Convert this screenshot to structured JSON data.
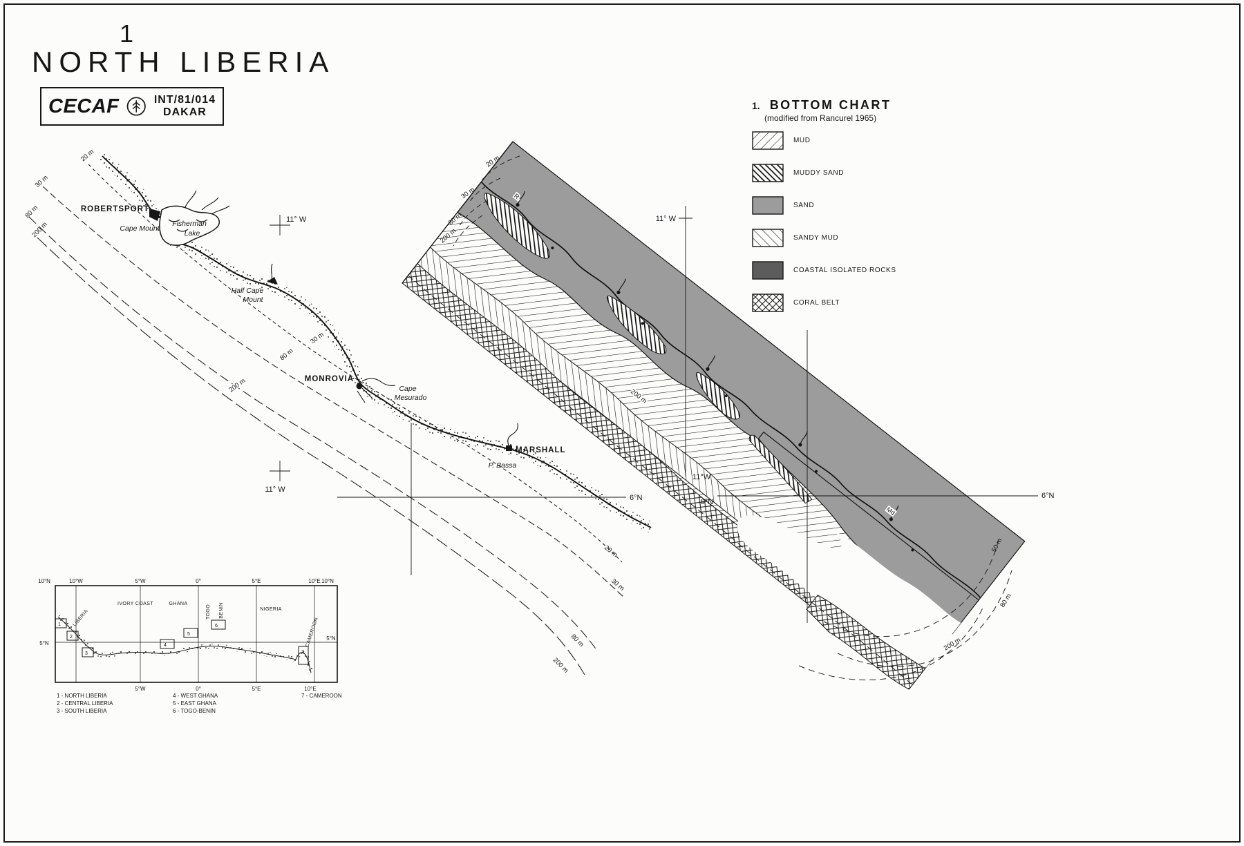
{
  "header": {
    "sheet_number": "1",
    "title": "NORTH LIBERIA",
    "org": "CECAF",
    "code": "INT/81/014",
    "city": "DAKAR"
  },
  "legend": {
    "index": "1.",
    "title": "BOTTOM CHART",
    "subtitle": "(modified from Rancurel 1965)",
    "items": [
      {
        "label": "MUD"
      },
      {
        "label": "MUDDY SAND"
      },
      {
        "label": "SAND"
      },
      {
        "label": "SANDY MUD"
      },
      {
        "label": "COASTAL ISOLATED ROCKS"
      },
      {
        "label": "CORAL BELT"
      }
    ]
  },
  "left_map": {
    "robertsport": "ROBERTSPORT",
    "cape_mount": "Cape Mount",
    "fisherman_lake": [
      "Fisherman",
      "Lake"
    ],
    "half_cape_mount": [
      "Half Cape",
      "Mount"
    ],
    "monrovia": "MONROVIA",
    "cape_mesurado": [
      "Cape",
      "Mesurado"
    ],
    "marshall": "MARSHALL",
    "p_bassa": "P. Bassa",
    "lon_top": "11° W",
    "lon_bottom": "11° W",
    "lat_right": "6°N",
    "contours_nw": [
      "20 m",
      "30 m",
      "80 m",
      "200 m"
    ],
    "contours_mid": [
      "30 m",
      "80 m",
      "200 m"
    ],
    "contours_se": [
      "20 m",
      "30 m",
      "80 m",
      "200 m"
    ]
  },
  "right_map": {
    "lon_top": "11° W",
    "lon_bottom": "11°W",
    "lat_left": "6°N",
    "lat_right": "6°N",
    "contours_nw": [
      "20 m",
      "30 m",
      "80 m",
      "200 m"
    ],
    "contours_se": [
      "50 m",
      "80 m",
      "200 m"
    ],
    "contour_mid": "200 m",
    "river_r": "R.",
    "river_md": "Md"
  },
  "index_map": {
    "lat_top_left": "10°N",
    "lat_top_right": "10°N",
    "lat_mid_left": "5°N",
    "lat_mid_right": "5°N",
    "lon_top": [
      "10°W",
      "5°W",
      "0°",
      "5°E",
      "10°E"
    ],
    "lon_bottom": [
      "5°W",
      "0°",
      "5°E",
      "10°E"
    ],
    "countries": {
      "liberia": "LIBERIA",
      "ivory_coast": "IVORY COAST",
      "ghana": "GHANA",
      "togo": "TOGO",
      "benin": "BENIN",
      "nigeria": "NIGERIA",
      "cameroon": "CAMEROON"
    },
    "box_numbers": [
      "1",
      "2",
      "3",
      "4",
      "5",
      "6",
      "7"
    ],
    "captions_col1": [
      "1 - NORTH LIBERIA",
      "2 - CENTRAL LIBERIA",
      "3 - SOUTH LIBERIA"
    ],
    "captions_col2": [
      "4 - WEST GHANA",
      "5 - EAST GHANA",
      "6 - TOGO-BENIN"
    ],
    "captions_col3": [
      "7 - CAMEROON"
    ]
  },
  "colors": {
    "ink": "#161616",
    "sand_gray": "#9c9c9c",
    "rocks_gray": "#5c5c5c",
    "paper": "#fcfcfa"
  }
}
